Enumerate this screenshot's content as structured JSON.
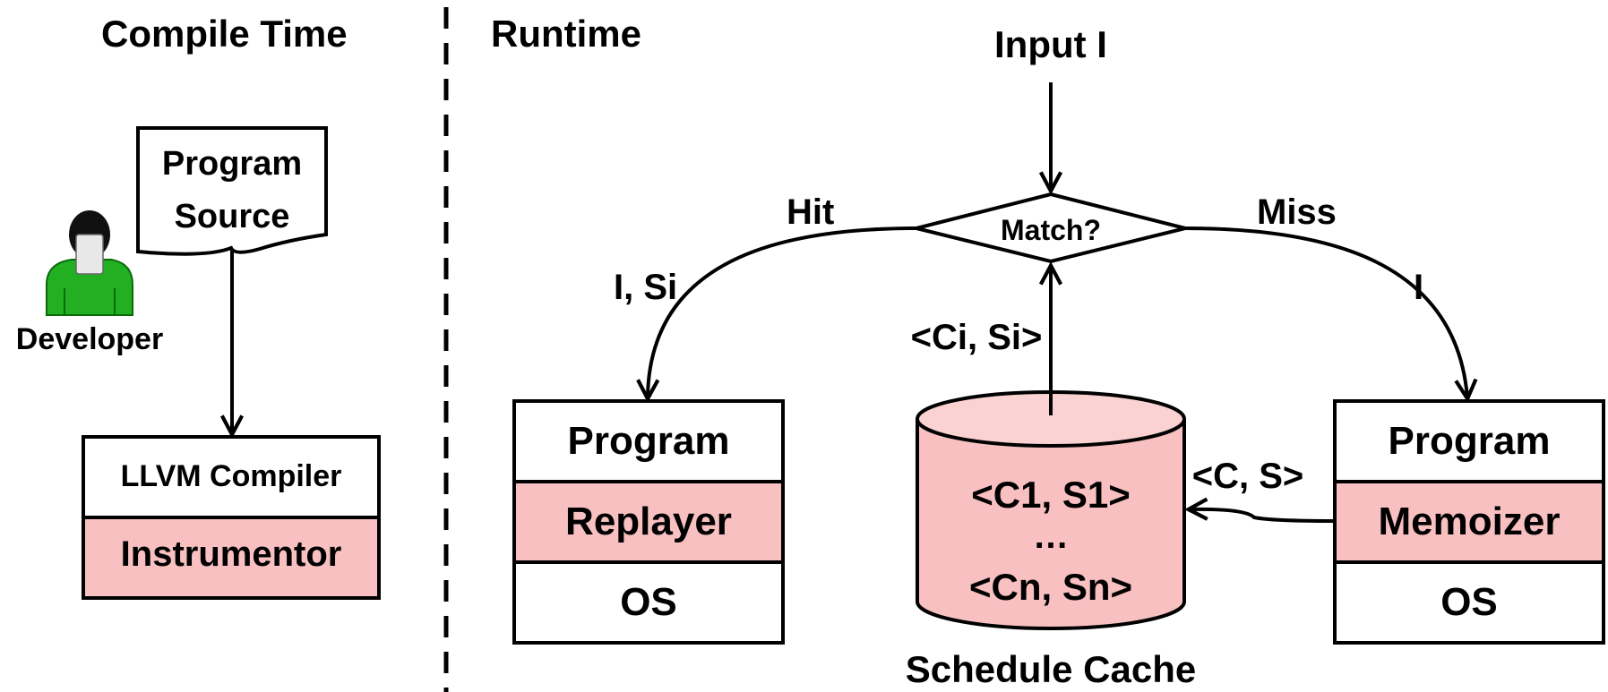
{
  "headers": {
    "compile_time": "Compile Time",
    "runtime": "Runtime"
  },
  "compile": {
    "developer": "Developer",
    "source_line1": "Program",
    "source_line2": "Source",
    "compiler": "LLVM Compiler",
    "instrumentor": "Instrumentor"
  },
  "runtime": {
    "input": "Input I",
    "match": "Match?",
    "hit": "Hit",
    "miss": "Miss",
    "hit_edge": "I, Si",
    "miss_edge": "I",
    "cache_edge": "<Ci, Si>",
    "memo_edge": "<C, S>",
    "left_stack": {
      "top": "Program",
      "middle": "Replayer",
      "bottom": "OS"
    },
    "right_stack": {
      "top": "Program",
      "middle": "Memoizer",
      "bottom": "OS"
    },
    "cache": {
      "line1": "<C1, S1>",
      "line2": "…",
      "line3": "<Cn, Sn>",
      "label": "Schedule Cache"
    }
  },
  "colors": {
    "pink": "#f8c0c0",
    "pink_top": "#fbd2d2",
    "green": "#22b022"
  }
}
